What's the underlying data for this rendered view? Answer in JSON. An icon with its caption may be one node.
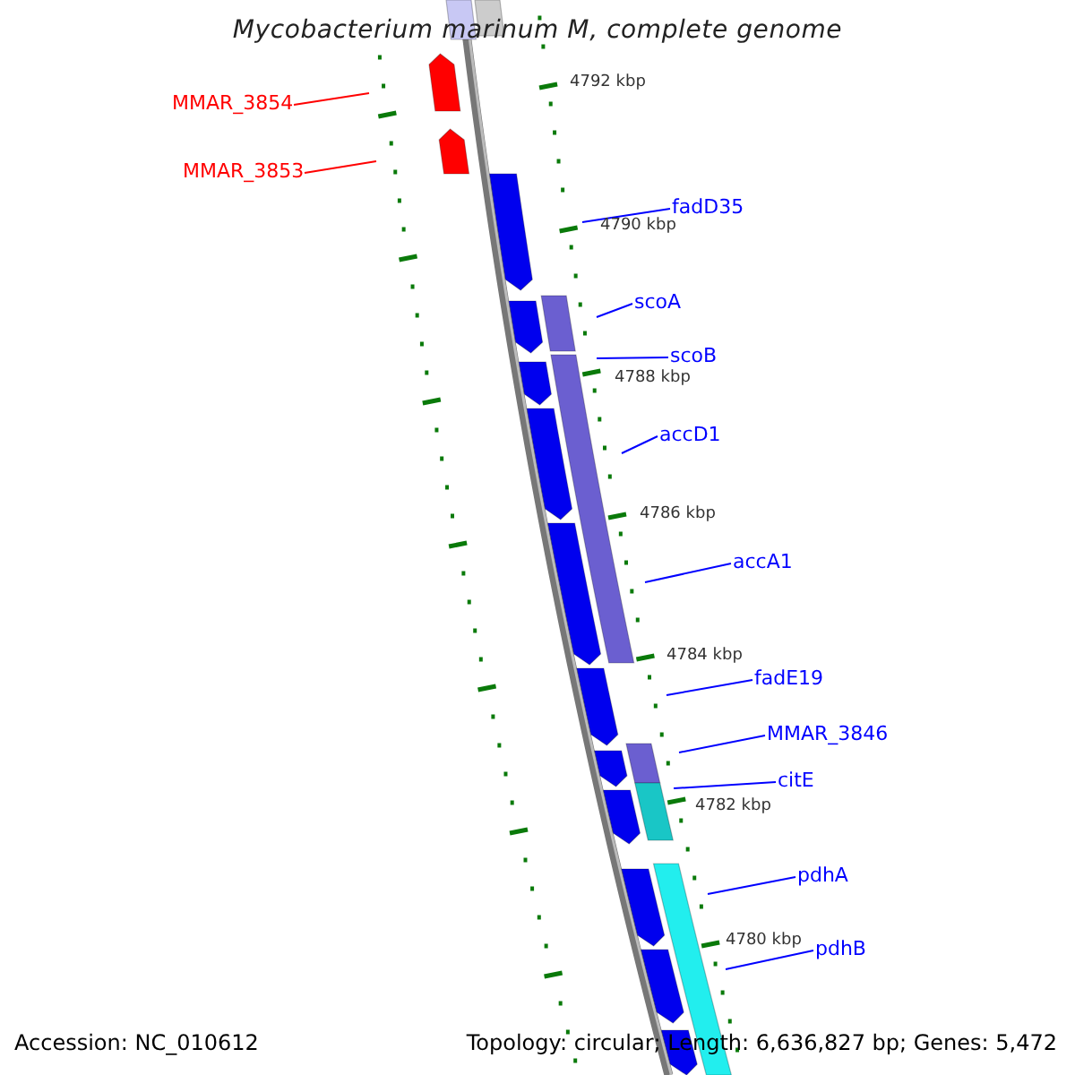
{
  "diagram": {
    "title": "Mycobacterium marinum M, complete genome",
    "nodes": [
      {
        "text": [
          "MMAR_3854"
        ]
      },
      {
        "text": [
          "MMAR_3853"
        ]
      },
      {
        "text": [
          "fadD35"
        ]
      },
      {
        "text": [
          "scoA"
        ]
      },
      {
        "text": [
          "scoB"
        ]
      },
      {
        "text": [
          "accD1"
        ]
      },
      {
        "text": [
          "accA1"
        ]
      },
      {
        "text": [
          "fadE19"
        ]
      },
      {
        "text": [
          "MMAR_3846"
        ]
      },
      {
        "text": [
          "citE"
        ]
      },
      {
        "text": [
          "pdhA"
        ]
      },
      {
        "text": [
          "pdhB"
        ]
      }
    ],
    "edges": [
      {
        "from": 0,
        "to": null,
        "arrow": "none",
        "color": "#ff0000"
      },
      {
        "from": 1,
        "to": null,
        "arrow": "none",
        "color": "#ff0000"
      },
      {
        "from": 2,
        "to": null,
        "arrow": "none"
      },
      {
        "from": 3,
        "to": null,
        "arrow": "none"
      },
      {
        "from": 4,
        "to": null,
        "arrow": "none"
      },
      {
        "from": 5,
        "to": null,
        "arrow": "none"
      },
      {
        "from": 6,
        "to": null,
        "arrow": "none"
      },
      {
        "from": 7,
        "to": null,
        "arrow": "none"
      },
      {
        "from": 8,
        "to": null,
        "arrow": "none"
      },
      {
        "from": 9,
        "to": null,
        "arrow": "none"
      },
      {
        "from": 10,
        "to": null,
        "arrow": "none"
      },
      {
        "from": 11,
        "to": null,
        "arrow": "none"
      }
    ],
    "labels": [
      "4792 kbp",
      "4790 kbp",
      "4788 kbp",
      "4786 kbp",
      "4784 kbp",
      "4782 kbp",
      "4780 kbp",
      "Accession: NC_010612",
      "Topology: circular; Length: 6,636,827 bp; Genes: 5,472"
    ]
  }
}
